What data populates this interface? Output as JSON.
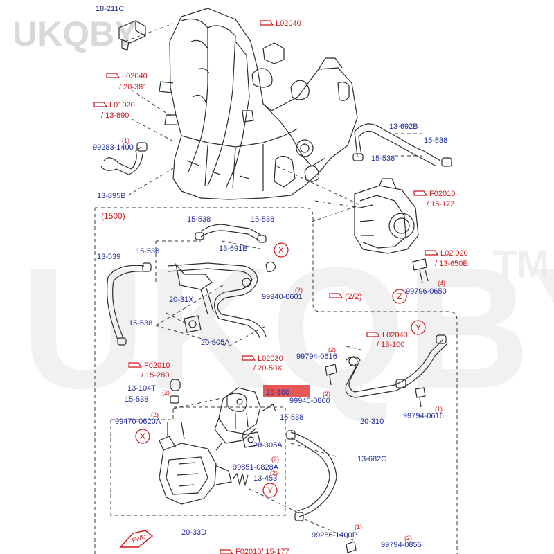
{
  "colors": {
    "part": "#1f2a9c",
    "ref": "#d0161a",
    "line": "#2b2b2b",
    "highlight": "#e23a3a",
    "watermark": "#d9d9d9"
  },
  "watermark": {
    "small": "UKQBY",
    "large": "UKQBY",
    "tm": "TM"
  },
  "section_label": "(1500)",
  "highlighted_part": "20-300",
  "part_labels": [
    "18-211C",
    "99283-1400",
    "13-895B",
    "13-692B",
    "15-538",
    "15-538",
    "15-538",
    "15-538",
    "13-691B",
    "13-539",
    "15-538",
    "20-31X",
    "99940-0601",
    "15-538",
    "20-305A",
    "99794-0616",
    "13-104T",
    "15-538",
    "99470-0620A",
    "99940-0800",
    "15-538",
    "20-305A",
    "99851-0828A",
    "13-453",
    "20-310",
    "99794-0616",
    "13-682C",
    "99286-1400P",
    "99794-0855",
    "20-33D",
    "99796-0650"
  ],
  "refs": [
    {
      "code": "L02040",
      "sub": ""
    },
    {
      "code": "L02040",
      "sub": "/ 20-381"
    },
    {
      "code": "L01020",
      "sub": "/ 13-890"
    },
    {
      "code": "F02010",
      "sub": "/ 15-17Z"
    },
    {
      "code": "L02 020",
      "sub": "/ 13-650E"
    },
    {
      "code": "L02040",
      "sub": "/ 13-100"
    },
    {
      "code": "L02030",
      "sub": "/ 20-50X"
    },
    {
      "code": "F02010",
      "sub": "/ 15-280"
    },
    {
      "code": "F02010/ 15-177",
      "sub": ""
    }
  ],
  "quantities": [
    "(1)",
    "(2)",
    "(2)",
    "(2)",
    "(2)",
    "(2)",
    "(1)",
    "(1)",
    "(2)",
    "(4)",
    "(2)",
    "(2)"
  ],
  "circle_markers": [
    "X",
    "X",
    "Y",
    "Y",
    "Z"
  ],
  "page_ref": "(2/2)",
  "fwd_label": "FWD"
}
